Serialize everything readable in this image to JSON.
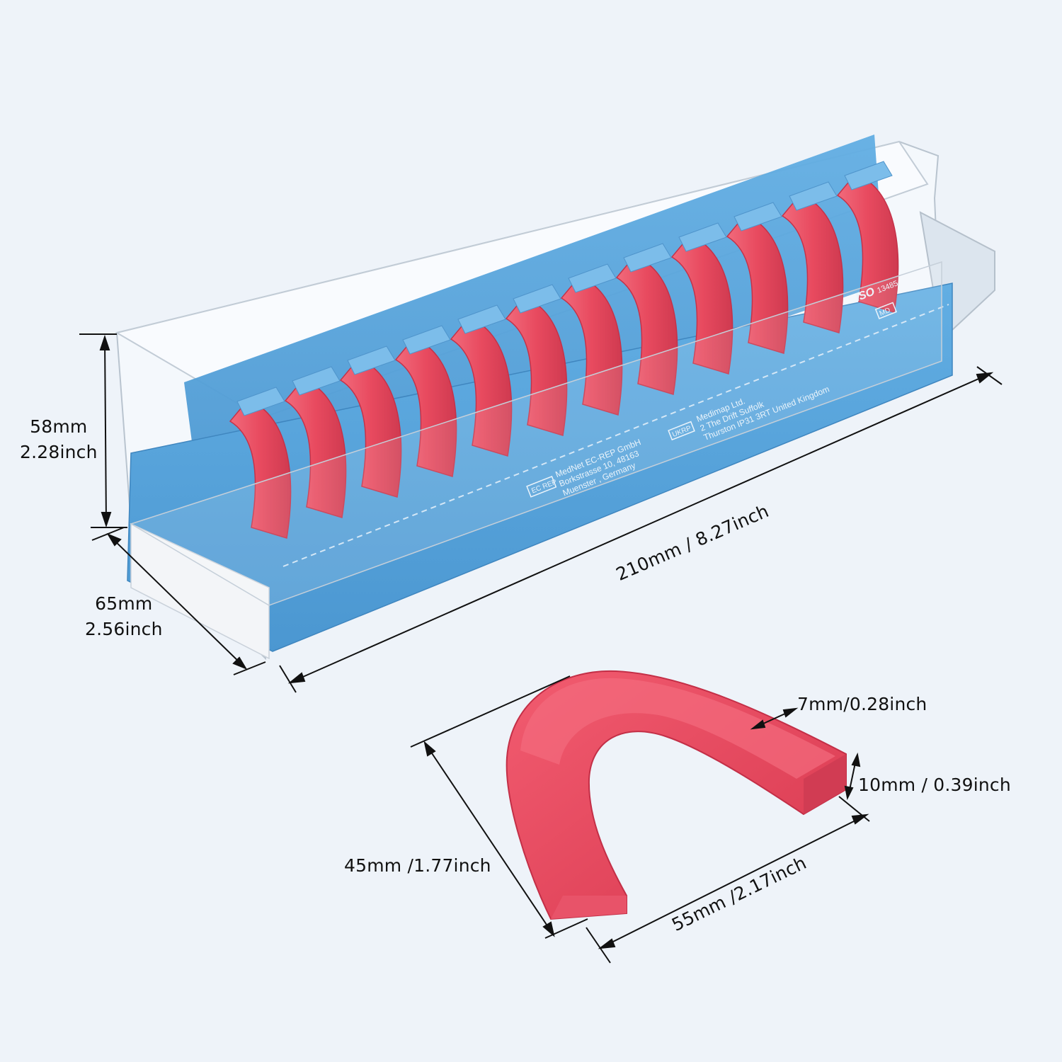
{
  "dimensions": {
    "box_height": "58mm",
    "box_height_inch": "2.28inch",
    "box_depth": "65mm",
    "box_depth_inch": "2.56inch",
    "box_length": "210mm / 8.27inch",
    "rim_width": "7mm/0.28inch",
    "rim_height": "10mm / 0.39inch",
    "rim_depth": "45mm /1.77inch",
    "rim_span": "55mm /2.17inch"
  },
  "package_label": {
    "ec_rep": "EC REP",
    "ec_rep_lines": [
      "MedNet EC-REP GmbH",
      "Borkstrasse 10, 48163",
      "Muenster , Germany"
    ],
    "ukrp": "UKRP",
    "ukrp_lines": [
      "Medimap Ltd.",
      "2 The Drift Suffolk",
      "Thurston IP31 3RT United Kingdom"
    ],
    "iso": "ISO",
    "iso_number": "13485",
    "md_mark": "MD"
  },
  "colors": {
    "background": "#eef3f9",
    "tray_blue": "#5aa6de",
    "wax_red": "#e8475d"
  }
}
